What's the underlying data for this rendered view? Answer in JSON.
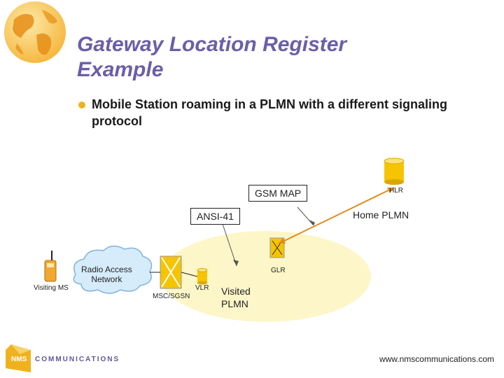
{
  "slide": {
    "title_line1": "Gateway Location Register",
    "title_line2": "Example",
    "bullet": "Mobile Station roaming in a PLMN with a different signaling protocol",
    "footer_url": "www.nmscommunications.com",
    "logo_text": "COMMUNICATIONS",
    "logo_mark": "NMS"
  },
  "diagram": {
    "labels": {
      "gsm_map": "GSM MAP",
      "ansi41": "ANSI-41",
      "hlr": "HLR",
      "home_plmn": "Home PLMN",
      "radio_access_network": "Radio Access\nNetwork",
      "glr": "GLR",
      "vlr": "VLR",
      "msc_sgsn": "MSC/SGSN",
      "visiting_ms": "Visiting MS",
      "visited_plmn": "Visited\nPLMN"
    }
  },
  "colors": {
    "title": "#6b5fa8",
    "accent": "#f0b21c",
    "network_fill": "#fdf6c8",
    "cloud_fill": "#d6ecfb",
    "cloud_stroke": "#7fb2e0",
    "connection_line": "#e08b1a",
    "signal_line": "#555555"
  },
  "icons": [
    "globe-icon",
    "cylinder-icon",
    "mobile-phone-icon",
    "cloud-icon",
    "switch-icon",
    "nms-logo-icon"
  ]
}
